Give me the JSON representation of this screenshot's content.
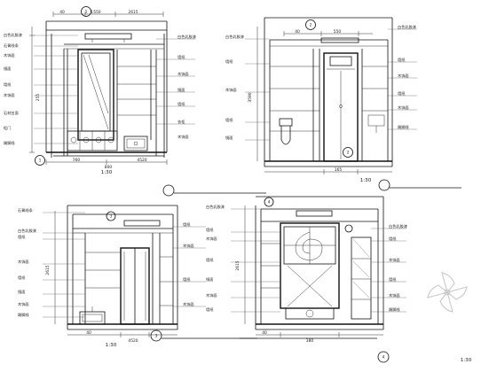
{
  "elevations": [
    {
      "id": "top-left",
      "markers": [
        "1",
        "1"
      ],
      "scale": "1:30",
      "dims": [
        "40",
        "1550",
        "2615",
        "255",
        "4520",
        "760",
        "800"
      ],
      "left_notes": [
        "白色乳胶漆",
        "石膏线条",
        "木饰面",
        "镜面",
        "墙纸",
        "木饰面",
        "石材台面",
        "柜门",
        "踢脚线"
      ],
      "right_notes": [
        "白色乳胶漆",
        "墙纸",
        "木饰面",
        "镜面",
        "墙纸",
        "衣柜",
        "木饰面"
      ]
    },
    {
      "id": "top-right",
      "markers": [
        "2",
        "2"
      ],
      "scale": "1:30",
      "dims": [
        "40",
        "550",
        "3590",
        "165"
      ],
      "left_notes": [
        "白色乳胶漆",
        "墙纸",
        "木饰面",
        "墙纸",
        "镜面"
      ],
      "right_notes": [
        "白色乳胶漆",
        "墙纸",
        "木饰面",
        "墙纸",
        "木饰面",
        "踢脚线"
      ]
    },
    {
      "id": "bottom-left",
      "markers": [
        "3",
        "3"
      ],
      "scale": "1:30",
      "dims": [
        "40",
        "2615",
        "4520"
      ],
      "left_notes": [
        "石膏线条",
        "白色乳胶漆",
        "墙纸",
        "木饰面",
        "墙纸",
        "镜面",
        "木饰面",
        "踢脚线"
      ],
      "right_notes": [
        "墙纸",
        "木饰面",
        "墙纸",
        "木饰面"
      ]
    },
    {
      "id": "bottom-right",
      "markers": [
        "4",
        "4"
      ],
      "scale": "1:30",
      "dims": [
        "40",
        "2615",
        "380"
      ],
      "left_notes": [
        "白色乳胶漆",
        "墙纸",
        "木饰面",
        "墙纸",
        "镜面",
        "木饰面",
        "墙纸"
      ],
      "right_notes": [
        "白色乳胶漆",
        "墙纸",
        "木饰面",
        "墙纸",
        "木饰面",
        "踢脚线"
      ]
    }
  ],
  "watermark_icon": "pinwheel-logo-icon"
}
